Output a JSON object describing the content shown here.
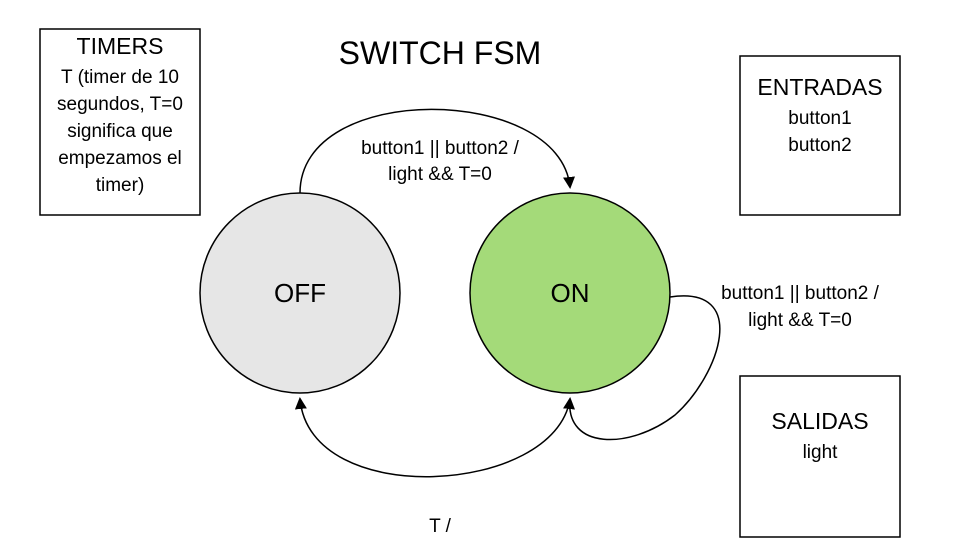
{
  "title": "SWITCH FSM",
  "timers": {
    "heading": "TIMERS",
    "lines": [
      "T (timer de 10",
      "segundos, T=0",
      "significa que",
      "empezamos el",
      "timer)"
    ]
  },
  "entradas": {
    "heading": "ENTRADAS",
    "lines": [
      "button1",
      "button2"
    ]
  },
  "salidas": {
    "heading": "SALIDAS",
    "lines": [
      "light"
    ]
  },
  "states": {
    "off": {
      "label": "OFF",
      "fill": "#e6e6e6"
    },
    "on": {
      "label": "ON",
      "fill": "#a4da79"
    }
  },
  "transitions": {
    "off_to_on": {
      "line1": "button1 || button2 /",
      "line2": "light && T=0"
    },
    "on_self": {
      "line1": "button1 || button2 /",
      "line2": "light && T=0"
    },
    "on_to_off": {
      "line1": "T /"
    }
  },
  "colors": {
    "stroke": "#000000",
    "background": "#ffffff"
  }
}
